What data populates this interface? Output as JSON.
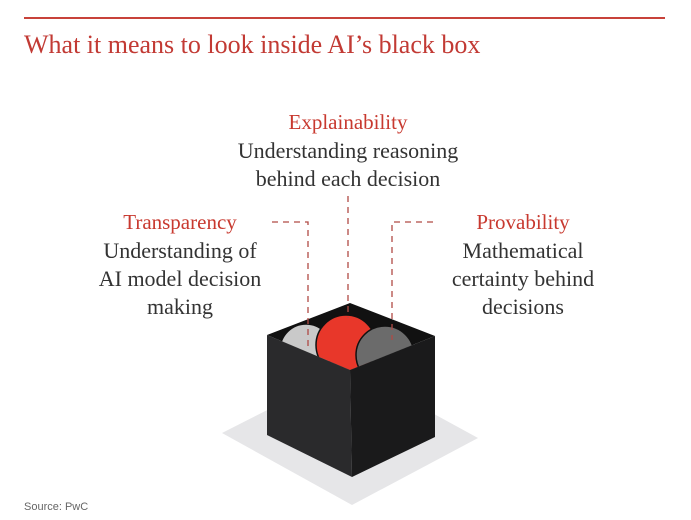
{
  "title": "What it means to look inside AI’s black box",
  "items": [
    {
      "heading": "Explainability",
      "lines": [
        "Understanding reasoning",
        "behind each decision"
      ]
    },
    {
      "heading": "Transparency",
      "lines": [
        "Understanding of",
        "AI model decision",
        "making"
      ]
    },
    {
      "heading": "Provability",
      "lines": [
        "Mathematical",
        "certainty behind",
        "decisions"
      ]
    }
  ],
  "source": "Source: PwC",
  "colors": {
    "accent": "#c8392f",
    "box": "#1c1c1e",
    "red_ball": "#e8372a",
    "light_ball": "#c9c9c9",
    "dark_ball": "#6b6b6b"
  }
}
